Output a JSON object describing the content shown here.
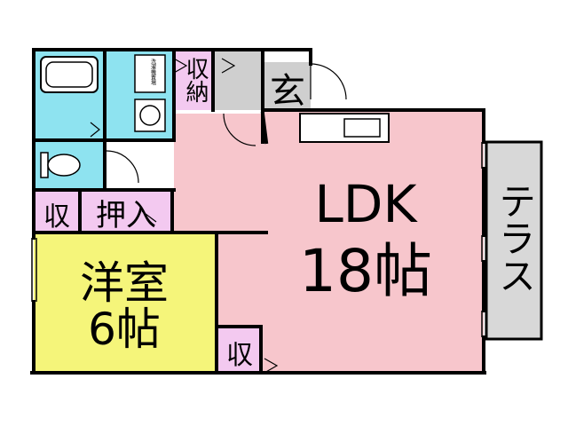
{
  "colors": {
    "ldk": "#f7c6cc",
    "bedroom": "#f5f57a",
    "wet_area": "#8ee3f0",
    "storage": "#f3c9f0",
    "entrance": "#cfcfcf",
    "terrace": "#d8d8d8",
    "walls": "#000000"
  },
  "rooms": {
    "ldk": {
      "name": "LDK",
      "size": "18帖"
    },
    "bedroom": {
      "name": "洋室",
      "size": "6帖"
    },
    "terrace": {
      "label": "テラス"
    },
    "entrance": {
      "label": "玄"
    },
    "storage_top": {
      "label": "収納"
    },
    "storage_left": {
      "label": "収"
    },
    "storage_bottom": {
      "label": "収"
    },
    "closet": {
      "label": "押入"
    },
    "washer": {
      "label": "洗濯機置場"
    }
  },
  "icons": [
    "bathtub-icon",
    "toilet-icon",
    "washbasin-icon",
    "kitchen-sink-icon",
    "door-swing-icon"
  ]
}
